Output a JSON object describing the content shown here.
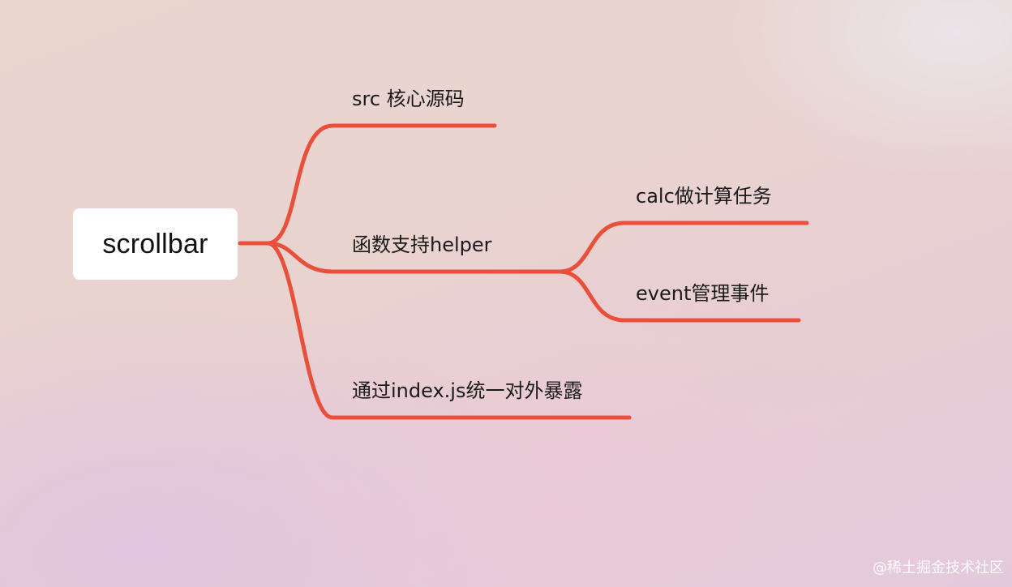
{
  "diagram": {
    "root": {
      "label": "scrollbar"
    },
    "branches": [
      {
        "label": "src 核心源码"
      },
      {
        "label": "函数支持helper",
        "children": [
          {
            "label": "calc做计算任务"
          },
          {
            "label": "event管理事件"
          }
        ]
      },
      {
        "label": "通过index.js统一对外暴露"
      }
    ],
    "line_color": "#e8503c"
  },
  "watermark": {
    "text": "@稀土掘金技术社区"
  }
}
